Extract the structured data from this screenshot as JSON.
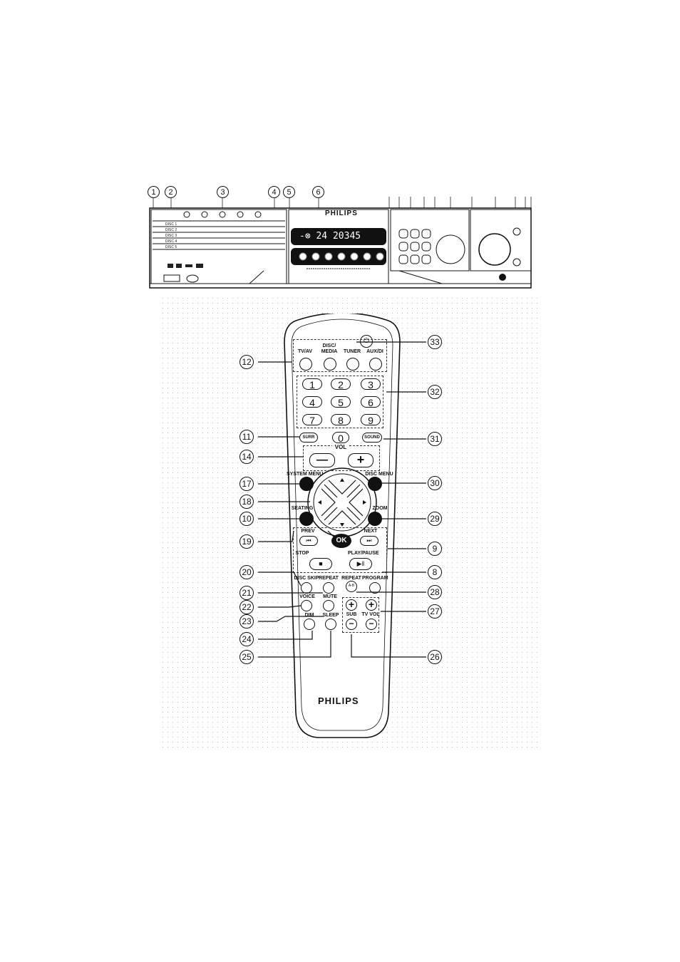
{
  "brand": "PHILIPS",
  "front_panel": {
    "callouts": [
      "1",
      "2",
      "3",
      "4",
      "5",
      "6"
    ],
    "logo": "PHILIPS",
    "display_text": "-⊗ 24  20345",
    "disc_slots": [
      "DISC 1",
      "DISC 2",
      "DISC 3",
      "DISC 4",
      "DISC 5"
    ]
  },
  "remote": {
    "source_buttons": [
      "TV/AV",
      "DISC/ MEDIA",
      "TUNER",
      "AUX/DI"
    ],
    "digits": [
      "1",
      "2",
      "3",
      "4",
      "5",
      "6",
      "7",
      "8",
      "9",
      "0"
    ],
    "surr": "SURR",
    "sound": "SOUND",
    "vol": "VOL",
    "vol_minus": "—",
    "vol_plus": "+",
    "system_menu": "SYSTEM MENU",
    "disc_menu": "DISC MENU",
    "seating": "SEATING",
    "zoom": "ZOOM",
    "ok": "OK",
    "prev": "PREV",
    "next": "NEXT",
    "stop": "STOP",
    "play_pause": "PLAY/PAUSE",
    "disc_skip": "DISC SKIP",
    "repeat": "REPEAT",
    "repeat_ab": "REPEAT",
    "ab": "A-B",
    "program": "PROGRAM",
    "voice": "VOICE",
    "mute": "MUTE",
    "sub": "SUB",
    "tv_vol": "TV VOL",
    "dim": "DIM",
    "sleep": "SLEEP",
    "logo": "PHILIPS"
  },
  "callouts": {
    "c12": "12",
    "c11": "11",
    "c14": "14",
    "c17": "17",
    "c18": "18",
    "c10": "10",
    "c19": "19",
    "c20": "20",
    "c21": "21",
    "c22": "22",
    "c23": "23",
    "c24": "24",
    "c25": "25",
    "c33": "33",
    "c32": "32",
    "c31": "31",
    "c30": "30",
    "c29": "29",
    "c9": "9",
    "c8": "8",
    "c28": "28",
    "c27": "27",
    "c26": "26"
  }
}
